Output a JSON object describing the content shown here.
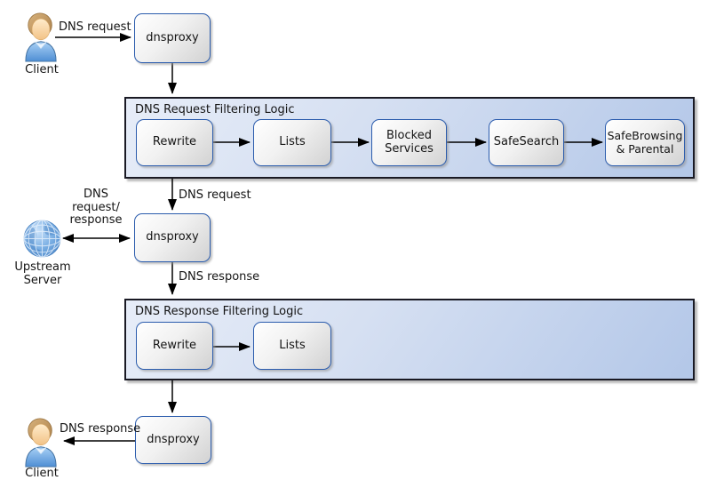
{
  "nodes": {
    "client_top": "Client",
    "dnsproxy_ingress": "dnsproxy",
    "dnsproxy_upstream": "dnsproxy",
    "dnsproxy_egress": "dnsproxy",
    "upstream_server": "Upstream Server",
    "client_bottom": "Client"
  },
  "request_pipeline": {
    "title": "DNS Request Filtering Logic",
    "steps": [
      "Rewrite",
      "Lists",
      "Blocked Services",
      "SafeSearch",
      "SafeBrowsing & Parental"
    ]
  },
  "response_pipeline": {
    "title": "DNS Response Filtering Logic",
    "steps": [
      "Rewrite",
      "Lists"
    ]
  },
  "edge_labels": {
    "client_request": "DNS request",
    "filtered_request": "DNS request",
    "upstream_exchange": "DNS request/ response",
    "upstream_response": "DNS response",
    "client_response": "DNS response"
  },
  "icons": {
    "client_top": "person-icon",
    "upstream_server": "globe-icon",
    "client_bottom": "person-icon"
  },
  "colors": {
    "container_border": "#1a1a24",
    "container_fill_light": "#e7edf8",
    "container_fill_dark": "#b3c7e8",
    "node_border": "#2b5cad",
    "node_fill_light": "#ffffff",
    "node_fill_dark": "#d2d2d2",
    "arrow": "#000000"
  }
}
